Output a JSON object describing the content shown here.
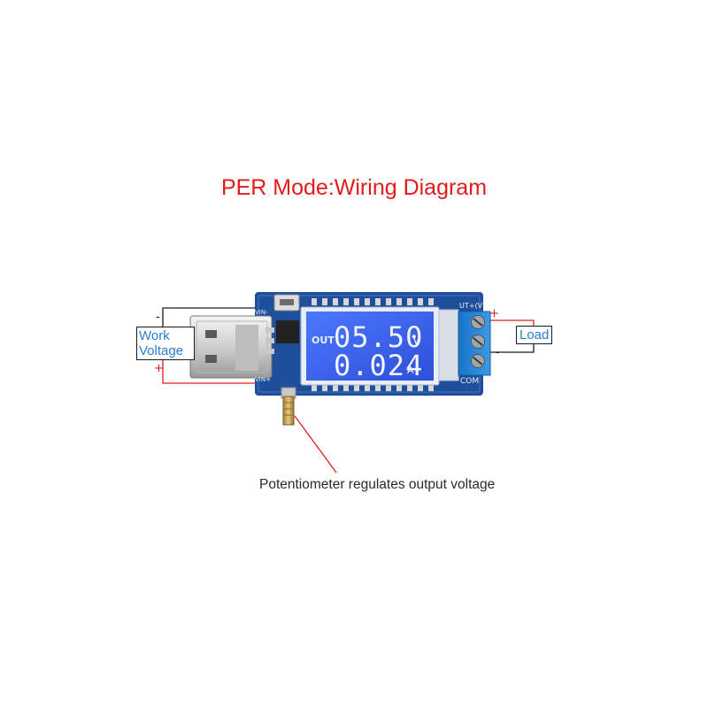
{
  "title": "PER Mode:Wiring Diagram",
  "caption": "Potentiometer regulates output voltage",
  "labels": {
    "work_line1": "Work",
    "work_line2": "Voltage",
    "load": "Load"
  },
  "polarity": {
    "minus": "-",
    "plus": "+"
  },
  "lcd": {
    "out_label": "OUT",
    "voltage": "05.50",
    "voltage_unit": "V",
    "current": "0.024",
    "current_unit": "A"
  },
  "silkscreen": {
    "vin_minus": "VIN-",
    "vin_plus": "VIN+",
    "out_plus": "UT+(V",
    "com": "COM"
  },
  "colors": {
    "title": "#e21c1c",
    "label_text": "#2a7fd0",
    "pcb": "#1f4f9a",
    "lcd": "#3b63f0",
    "wire_red": "#e21c1c"
  }
}
